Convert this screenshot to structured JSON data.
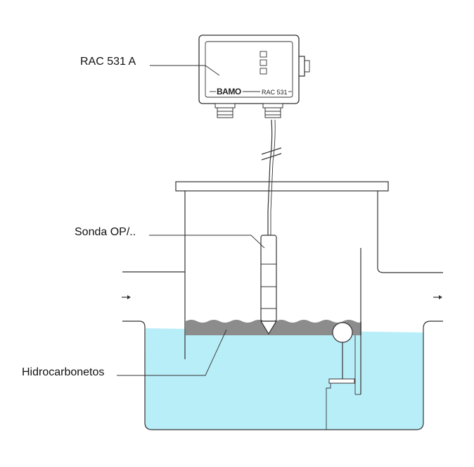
{
  "labels": {
    "controller": "RAC 531 A",
    "probe": "Sonda OP/..",
    "hydrocarbons": "Hidrocarbonetos"
  },
  "device": {
    "brand": "BAMO",
    "model": "RAC 531"
  },
  "colors": {
    "water": "#b8eef8",
    "hydrocarbon_layer": "#8c8c8c",
    "outline": "#333333",
    "background": "#ffffff"
  },
  "icons": {
    "inlet_arrow": "arrow-right-icon",
    "outlet_arrow": "arrow-right-icon"
  }
}
